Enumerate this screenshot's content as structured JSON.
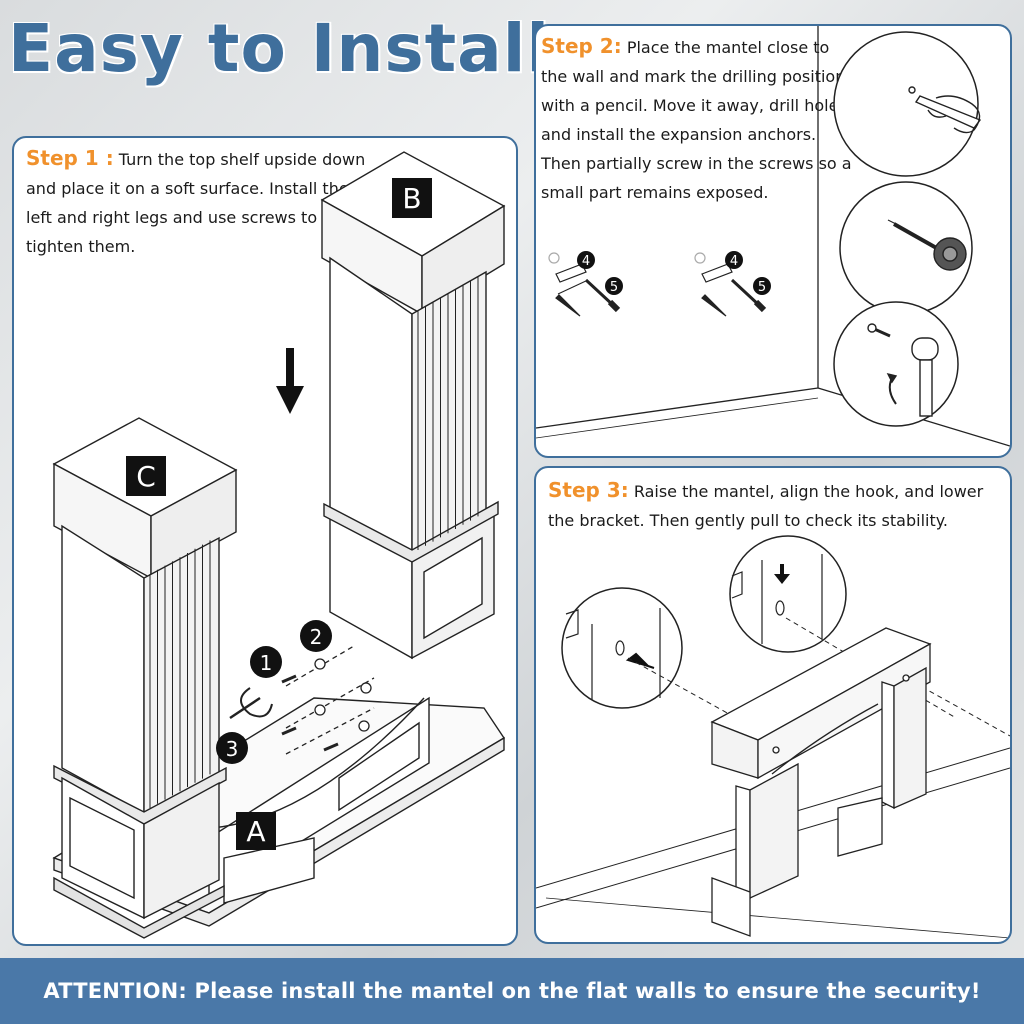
{
  "title": "Easy to Install",
  "step1": {
    "label": "Step 1 :",
    "text": " Turn the top shelf upside down and place it on a soft surface. Install the left and right legs and use screws to tighten them.",
    "parts": {
      "top_shelf": "A",
      "right_leg": "B",
      "left_leg": "C"
    },
    "callouts": [
      "1",
      "2",
      "3"
    ]
  },
  "step2": {
    "label": "Step 2:",
    "text": " Place the mantel close to the wall and mark the drilling positions with a pencil. Move it away, drill holes, and install the expansion anchors. Then partially screw in the screws so a small part remains exposed.",
    "callouts": [
      "4",
      "5",
      "4",
      "5"
    ]
  },
  "step3": {
    "label": "Step 3:",
    "text": " Raise the mantel, align the hook, and lower the bracket. Then gently pull to check its stability."
  },
  "attention": "ATTENTION: Please install the mantel on the flat walls to ensure the security!",
  "colors": {
    "brand_blue": "#3f6f9c",
    "step_orange": "#f0912c",
    "banner_blue": "#4a78a8"
  },
  "icons": [
    "pencil-icon",
    "drill-icon",
    "hammer-icon",
    "arrow-down-icon",
    "screw-icon",
    "anchor-icon"
  ]
}
